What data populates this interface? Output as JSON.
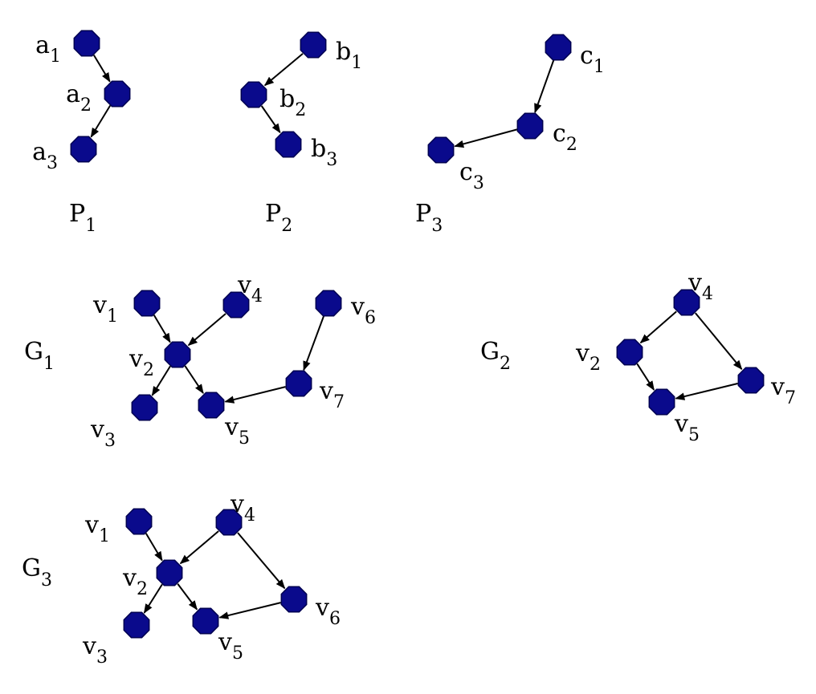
{
  "colors": {
    "node": "#0a0a8c",
    "node_stroke": "#000050",
    "edge": "#000000"
  },
  "node_shape": "octagon",
  "graphs": [
    {
      "id": "P1",
      "caption": {
        "main": "P",
        "sub": "1"
      },
      "nodes": [
        {
          "id": "a1",
          "main": "a",
          "sub": "1"
        },
        {
          "id": "a2",
          "main": "a",
          "sub": "2"
        },
        {
          "id": "a3",
          "main": "a",
          "sub": "3"
        }
      ],
      "edges": [
        [
          "a1",
          "a2"
        ],
        [
          "a2",
          "a3"
        ]
      ]
    },
    {
      "id": "P2",
      "caption": {
        "main": "P",
        "sub": "2"
      },
      "nodes": [
        {
          "id": "b1",
          "main": "b",
          "sub": "1"
        },
        {
          "id": "b2",
          "main": "b",
          "sub": "2"
        },
        {
          "id": "b3",
          "main": "b",
          "sub": "3"
        }
      ],
      "edges": [
        [
          "b1",
          "b2"
        ],
        [
          "b2",
          "b3"
        ]
      ]
    },
    {
      "id": "P3",
      "caption": {
        "main": "P",
        "sub": "3"
      },
      "nodes": [
        {
          "id": "c1",
          "main": "c",
          "sub": "1"
        },
        {
          "id": "c2",
          "main": "c",
          "sub": "2"
        },
        {
          "id": "c3",
          "main": "c",
          "sub": "3"
        }
      ],
      "edges": [
        [
          "c1",
          "c2"
        ],
        [
          "c2",
          "c3"
        ]
      ]
    },
    {
      "id": "G1",
      "caption": {
        "main": "G",
        "sub": "1"
      },
      "nodes": [
        {
          "id": "g1v1",
          "main": "v",
          "sub": "1"
        },
        {
          "id": "g1v4",
          "main": "v",
          "sub": "4"
        },
        {
          "id": "g1v6",
          "main": "v",
          "sub": "6"
        },
        {
          "id": "g1v2",
          "main": "v",
          "sub": "2"
        },
        {
          "id": "g1v7",
          "main": "v",
          "sub": "7"
        },
        {
          "id": "g1v3",
          "main": "v",
          "sub": "3"
        },
        {
          "id": "g1v5",
          "main": "v",
          "sub": "5"
        }
      ],
      "edges": [
        [
          "g1v1",
          "g1v2"
        ],
        [
          "g1v4",
          "g1v2"
        ],
        [
          "g1v2",
          "g1v3"
        ],
        [
          "g1v2",
          "g1v5"
        ],
        [
          "g1v6",
          "g1v7"
        ],
        [
          "g1v7",
          "g1v5"
        ]
      ]
    },
    {
      "id": "G2",
      "caption": {
        "main": "G",
        "sub": "2"
      },
      "nodes": [
        {
          "id": "g2v4",
          "main": "v",
          "sub": "4"
        },
        {
          "id": "g2v2",
          "main": "v",
          "sub": "2"
        },
        {
          "id": "g2v7",
          "main": "v",
          "sub": "7"
        },
        {
          "id": "g2v5",
          "main": "v",
          "sub": "5"
        }
      ],
      "edges": [
        [
          "g2v4",
          "g2v2"
        ],
        [
          "g2v4",
          "g2v7"
        ],
        [
          "g2v2",
          "g2v5"
        ],
        [
          "g2v7",
          "g2v5"
        ]
      ]
    },
    {
      "id": "G3",
      "caption": {
        "main": "G",
        "sub": "3"
      },
      "nodes": [
        {
          "id": "g3v1",
          "main": "v",
          "sub": "1"
        },
        {
          "id": "g3v4",
          "main": "v",
          "sub": "4"
        },
        {
          "id": "g3v2",
          "main": "v",
          "sub": "2"
        },
        {
          "id": "g3v6",
          "main": "v",
          "sub": "6"
        },
        {
          "id": "g3v3",
          "main": "v",
          "sub": "3"
        },
        {
          "id": "g3v5",
          "main": "v",
          "sub": "5"
        }
      ],
      "edges": [
        [
          "g3v1",
          "g3v2"
        ],
        [
          "g3v4",
          "g3v2"
        ],
        [
          "g3v4",
          "g3v6"
        ],
        [
          "g3v2",
          "g3v3"
        ],
        [
          "g3v2",
          "g3v5"
        ],
        [
          "g3v6",
          "g3v5"
        ]
      ]
    }
  ]
}
